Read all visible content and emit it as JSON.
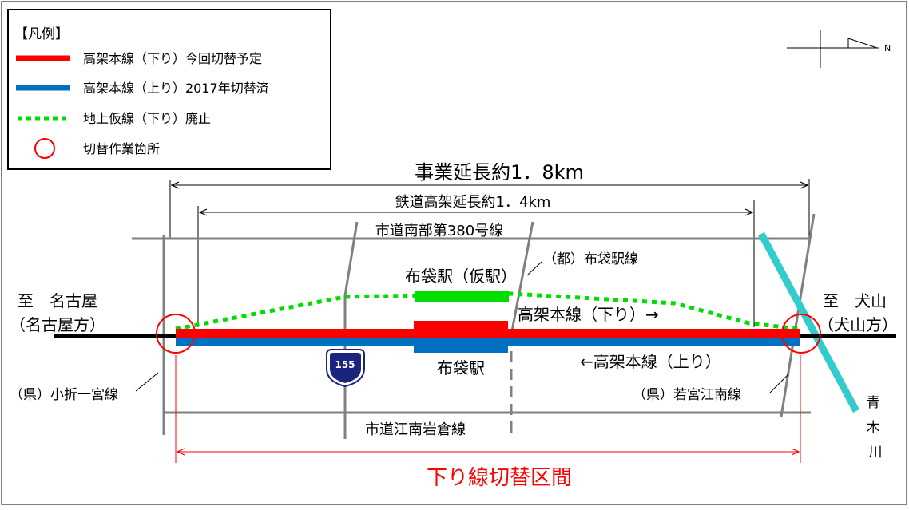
{
  "legend": {
    "title": "【凡例】",
    "items": [
      {
        "label": "高架本線（下り）今回切替予定",
        "color": "#ff0000",
        "style": "solid"
      },
      {
        "label": "高架本線（上り）2017年切替済",
        "color": "#0070c0",
        "style": "solid"
      },
      {
        "label": "地上仮線（下り）廃止",
        "color": "#00dd00",
        "style": "dotted"
      },
      {
        "label": "切替作業箇所",
        "color": "#ff0000",
        "style": "circle"
      }
    ]
  },
  "compass": {
    "north_label": "N"
  },
  "dimensions": {
    "project_length": "事業延長約1．8km",
    "viaduct_length": "鉄道高架延長約1．4km",
    "switch_section": "下り線切替区間"
  },
  "roads": {
    "top_road": "市道南部第380号線",
    "bottom_road": "市道江南岩倉線",
    "fukuro_ekisen": "（都）布袋駅線",
    "left_road": "（県）小折一宮線",
    "right_road": "（県）若宮江南線",
    "route_number": "155"
  },
  "stations": {
    "temp_station": "布袋駅（仮駅）",
    "station": "布袋駅"
  },
  "lines": {
    "down_label": "高架本線（下り）→",
    "up_label": "←高架本線（上り）"
  },
  "directions": {
    "west_to": "至　名古屋",
    "west_sub": "（名古屋方）",
    "east_to": "至　犬山",
    "east_sub": "（犬山方）"
  },
  "river": {
    "name_chars": [
      "青",
      "木",
      "川"
    ],
    "color": "#33cccc"
  },
  "colors": {
    "red": "#ff0000",
    "blue": "#0070c0",
    "green": "#00dd00",
    "gray": "#808080",
    "route_sign": "#1a237e"
  }
}
